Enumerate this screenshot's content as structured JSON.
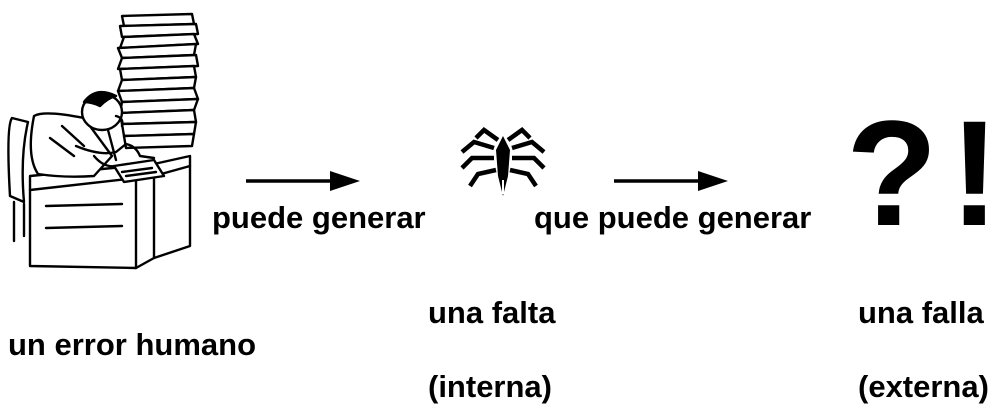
{
  "diagram": {
    "arrow1_label": "puede generar",
    "arrow2_label": "que puede generar",
    "error_label": "un error humano",
    "fault_label": "una falta",
    "fault_note": "(interna)",
    "failure_label": "una falla",
    "failure_note": "(externa)",
    "failure_symbol": "?!"
  },
  "icons": {
    "worker": "overworked-person-at-desk-icon",
    "bug": "bug-icon",
    "symbol": "question-exclamation-icon"
  }
}
